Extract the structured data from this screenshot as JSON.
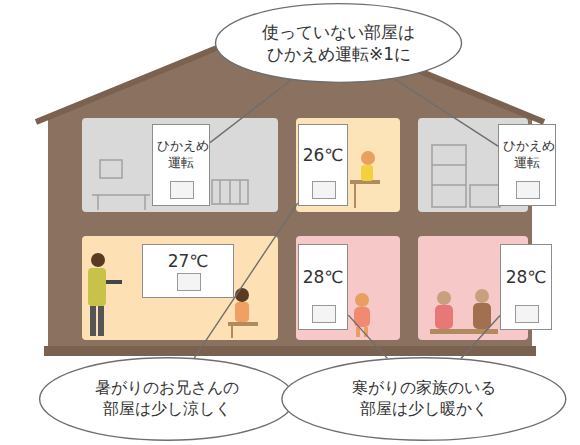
{
  "diagram": {
    "nodes": [
      {
        "text": [
          "使っていない部屋は ひかえめ運転※1に"
        ]
      },
      {
        "text": [
          "ひかえめ 運転"
        ]
      },
      {
        "text": [
          "26℃"
        ]
      },
      {
        "text": [
          "ひかえめ 運転"
        ]
      },
      {
        "text": [
          "27℃"
        ]
      },
      {
        "text": [
          "28℃"
        ]
      },
      {
        "text": [
          "28℃"
        ]
      },
      {
        "text": [
          "暑がりのお兄さんの 部屋は少し涼しく"
        ]
      },
      {
        "text": [
          "寒がりの家族のいる 部屋は少し暖かく"
        ]
      }
    ],
    "edges": [
      {
        "from": 0,
        "to": 1,
        "arrow": "none"
      },
      {
        "from": 0,
        "to": 3,
        "arrow": "none"
      },
      {
        "from": 7,
        "to": 2,
        "arrow": "none"
      },
      {
        "from": 8,
        "to": 5,
        "arrow": "none"
      },
      {
        "from": 8,
        "to": 6,
        "arrow": "none"
      }
    ]
  }
}
